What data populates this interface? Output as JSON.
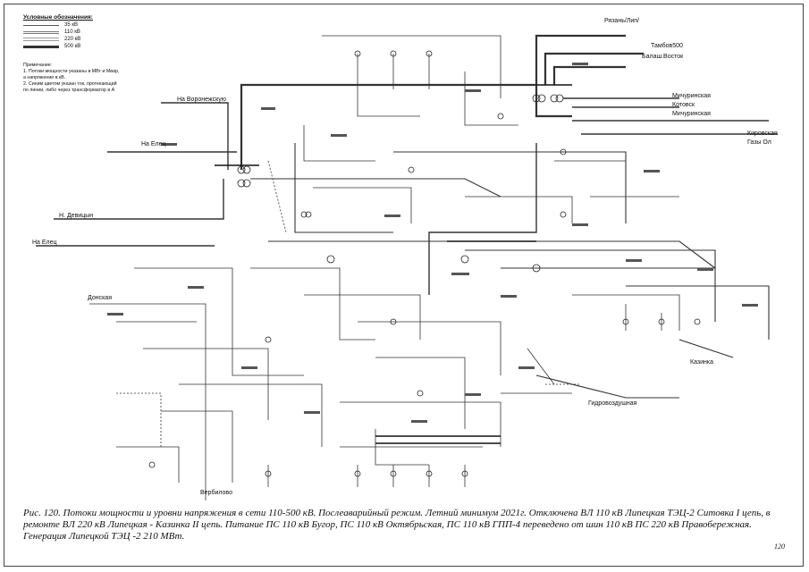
{
  "legend": {
    "title": "Условные обозначения:",
    "items": [
      {
        "label": "35 кВ"
      },
      {
        "label": "110 кВ"
      },
      {
        "label": "220 кВ"
      },
      {
        "label": "500 кВ"
      }
    ]
  },
  "notes": {
    "heading": "Примечание:",
    "lines": [
      "1. Потоки мощности указаны в МВт и Мвар,",
      "а напряжение в кВ.",
      "2. Синим цветом указан ток, протекающий",
      "по линии, либо через трансформатор в А"
    ]
  },
  "directions": {
    "voronezh": "На Воронежскую",
    "elets_top": "На Елец",
    "n_deviatin": "Н. Девицын",
    "elets_left": "На Елец",
    "ryazan": "Рязань/Лип/",
    "tambov": "Тамбов500",
    "balash": "Балаш.Восток",
    "michurinsk_1": "Мичуринская",
    "michurinsk_2": "Котовск",
    "michurinsk_3": "Мичуринская",
    "kirovskaya": "Кировская",
    "gazy": "Газы Ол",
    "kazinka": "Казинка",
    "hydro": "Гидровоздушная",
    "donskaya": "Донская",
    "verbilovo": "Вербилово"
  },
  "caption": "Рис. 120. Потоки мощности и уровни напряжения в сети 110-500 кВ. Послеаварийный режим. Летний минимум 2021г. Отключена ВЛ 110 кВ Липецкая ТЭЦ-2 Ситовка I цепь, в ремонте ВЛ 220 кВ Липецкая - Казинка II цепь. Питание ПС 110 кВ Бугор, ПС 110 кВ Октябрьская, ПС 110 кВ ГПП-4 переведено от шин 110 кВ ПС 220 кВ Правобережная. Генерация Липецкой ТЭЦ -2 210 МВт.",
  "page_number": "120"
}
